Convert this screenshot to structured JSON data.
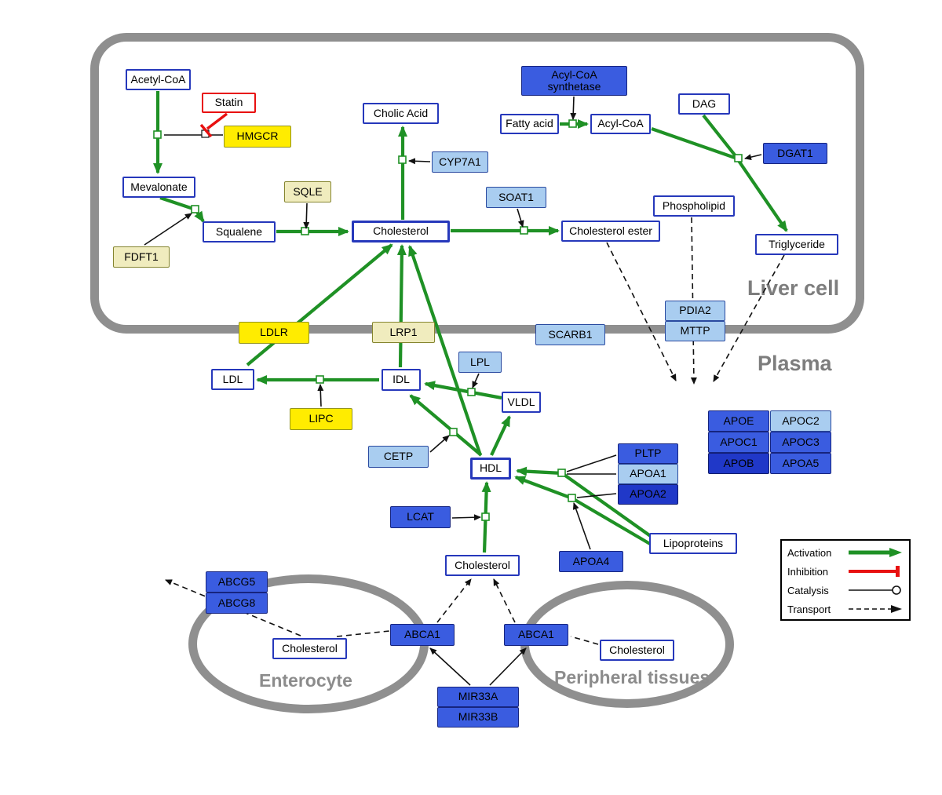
{
  "regions": {
    "liver": "Liver cell",
    "plasma": "Plasma",
    "enterocyte": "Enterocyte",
    "peripheral": "Peripheral tissues"
  },
  "legend": {
    "activation": "Activation",
    "inhibition": "Inhibition",
    "catalysis": "Catalysis",
    "transport": "Transport"
  },
  "colors": {
    "activation_green": "#1f9125",
    "inhibition_red": "#e81010",
    "metabolite_border_blue": "#2638bb",
    "gene_yellow": "#ffec00",
    "gene_pale_yellow": "#f0ecbe",
    "gene_blue": "#3a5ce0",
    "gene_dark_blue": "#2038c8",
    "gene_light_blue": "#a9cdf0",
    "membrane_gray": "#8f8f8f"
  },
  "nodes": {
    "acetyl_coa": {
      "label": "Acetyl-CoA"
    },
    "statin": {
      "label": "Statin"
    },
    "hmgcr": {
      "label": "HMGCR"
    },
    "mevalonate": {
      "label": "Mevalonate"
    },
    "fdft1": {
      "label": "FDFT1"
    },
    "squalene": {
      "label": "Squalene"
    },
    "sqle": {
      "label": "SQLE"
    },
    "cholesterol_liver": {
      "label": "Cholesterol"
    },
    "cholic_acid": {
      "label": "Cholic Acid"
    },
    "cyp7a1": {
      "label": "CYP7A1"
    },
    "acyl_coa_synthetase": {
      "label": "Acyl-CoA synthetase"
    },
    "fatty_acid": {
      "label": "Fatty acid"
    },
    "acyl_coa": {
      "label": "Acyl-CoA"
    },
    "dag": {
      "label": "DAG"
    },
    "dgat1": {
      "label": "DGAT1"
    },
    "soat1": {
      "label": "SOAT1"
    },
    "cholesterol_ester": {
      "label": "Cholesterol ester"
    },
    "phospholipid": {
      "label": "Phospholipid"
    },
    "triglyceride": {
      "label": "Triglyceride"
    },
    "ldlr": {
      "label": "LDLR"
    },
    "lrp1": {
      "label": "LRP1"
    },
    "scarb1": {
      "label": "SCARB1"
    },
    "pdia2": {
      "label": "PDIA2"
    },
    "mttp": {
      "label": "MTTP"
    },
    "ldl": {
      "label": "LDL"
    },
    "idl": {
      "label": "IDL"
    },
    "lipc": {
      "label": "LIPC"
    },
    "lpl": {
      "label": "LPL"
    },
    "vldl": {
      "label": "VLDL"
    },
    "cetp": {
      "label": "CETP"
    },
    "hdl": {
      "label": "HDL"
    },
    "pltp": {
      "label": "PLTP"
    },
    "apoa1": {
      "label": "APOA1"
    },
    "apoa2": {
      "label": "APOA2"
    },
    "apoe": {
      "label": "APOE"
    },
    "apoc2": {
      "label": "APOC2"
    },
    "apoc1": {
      "label": "APOC1"
    },
    "apoc3": {
      "label": "APOC3"
    },
    "apob": {
      "label": "APOB"
    },
    "apoa5": {
      "label": "APOA5"
    },
    "lcat": {
      "label": "LCAT"
    },
    "apoa4": {
      "label": "APOA4"
    },
    "lipoproteins": {
      "label": "Lipoproteins"
    },
    "cholesterol_plasma": {
      "label": "Cholesterol"
    },
    "abcg5": {
      "label": "ABCG5"
    },
    "abcg8": {
      "label": "ABCG8"
    },
    "cholesterol_enterocyte": {
      "label": "Cholesterol"
    },
    "abca1_enterocyte": {
      "label": "ABCA1"
    },
    "abca1_peripheral": {
      "label": "ABCA1"
    },
    "cholesterol_peripheral": {
      "label": "Cholesterol"
    },
    "mir33a": {
      "label": "MIR33A"
    },
    "mir33b": {
      "label": "MIR33B"
    }
  }
}
